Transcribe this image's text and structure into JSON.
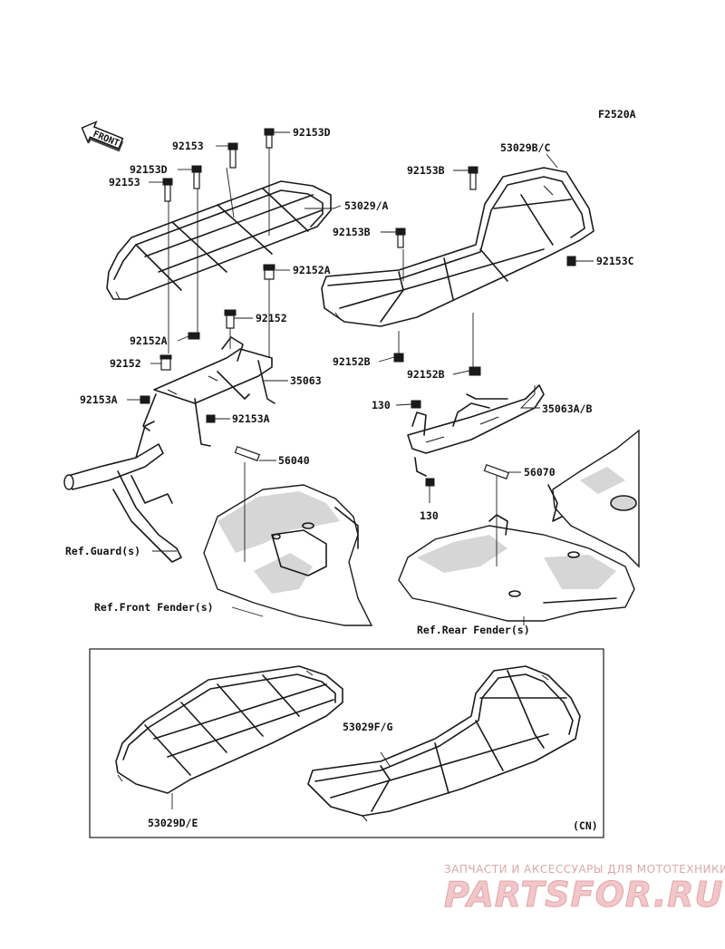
{
  "diagram_code": "F2520A",
  "front_arrow": "FRONT",
  "variant_box_label": "(CN)",
  "labels": {
    "l_92153_top": "92153",
    "l_92153D_top": "92153D",
    "l_92153D_left": "92153D",
    "l_92153_left": "92153",
    "l_53029A": "53029/A",
    "l_92152A_right": "92152A",
    "l_92152_mid": "92152",
    "l_92152A_left": "92152A",
    "l_92152_left": "92152",
    "l_35063": "35063",
    "l_92153A_left": "92153A",
    "l_92153A_right": "92153A",
    "l_56040": "56040",
    "l_ref_guard": "Ref.Guard(s)",
    "l_ref_front_fender": "Ref.Front Fender(s)",
    "l_53029BC": "53029B/C",
    "l_92153B_top": "92153B",
    "l_92153B_mid": "92153B",
    "l_92153C": "92153C",
    "l_92152B_left": "92152B",
    "l_92152B_right": "92152B",
    "l_130_top": "130",
    "l_35063AB": "35063A/B",
    "l_56070": "56070",
    "l_130_bottom": "130",
    "l_ref_rear_fender": "Ref.Rear Fender(s)",
    "l_53029FG": "53029F/G",
    "l_53029DE": "53029D/E"
  },
  "watermark": {
    "tagline": "ЗАПЧАСТИ И АКСЕССУАРЫ ДЛЯ МОТОТЕХНИКИ",
    "logo": "PARTSFOR.RU"
  }
}
